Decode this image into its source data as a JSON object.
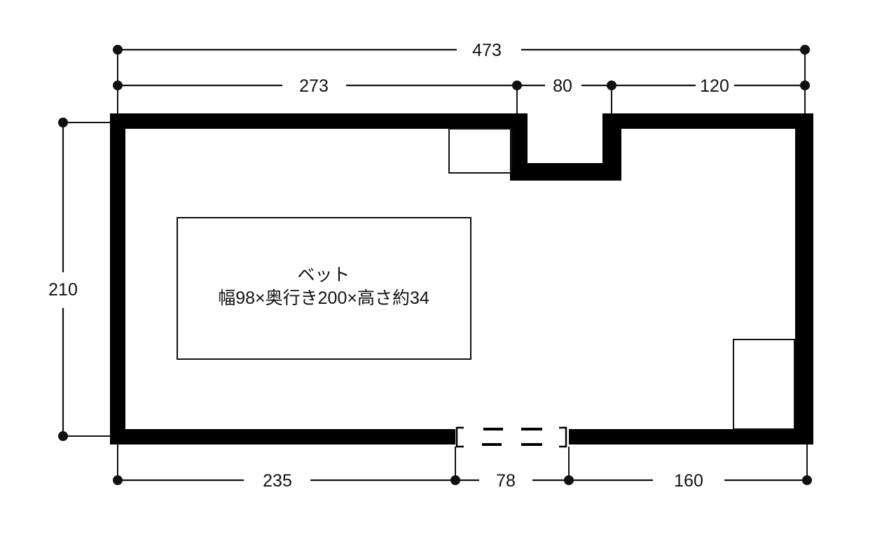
{
  "meta": {
    "title": "room floor plan with bed"
  },
  "colors": {
    "wall": "#000000",
    "line": "#111111",
    "text": "#111111",
    "background": "#ffffff"
  },
  "dimensions": {
    "overall_width": "473",
    "top_left_span": "273",
    "top_alcove_span": "80",
    "top_right_span": "120",
    "left_height": "210",
    "bottom_left_span": "235",
    "bottom_opening_span": "78",
    "bottom_right_span": "160"
  },
  "bed": {
    "name": "ベット",
    "spec": "幅98×奥行き200×高さ約34"
  }
}
